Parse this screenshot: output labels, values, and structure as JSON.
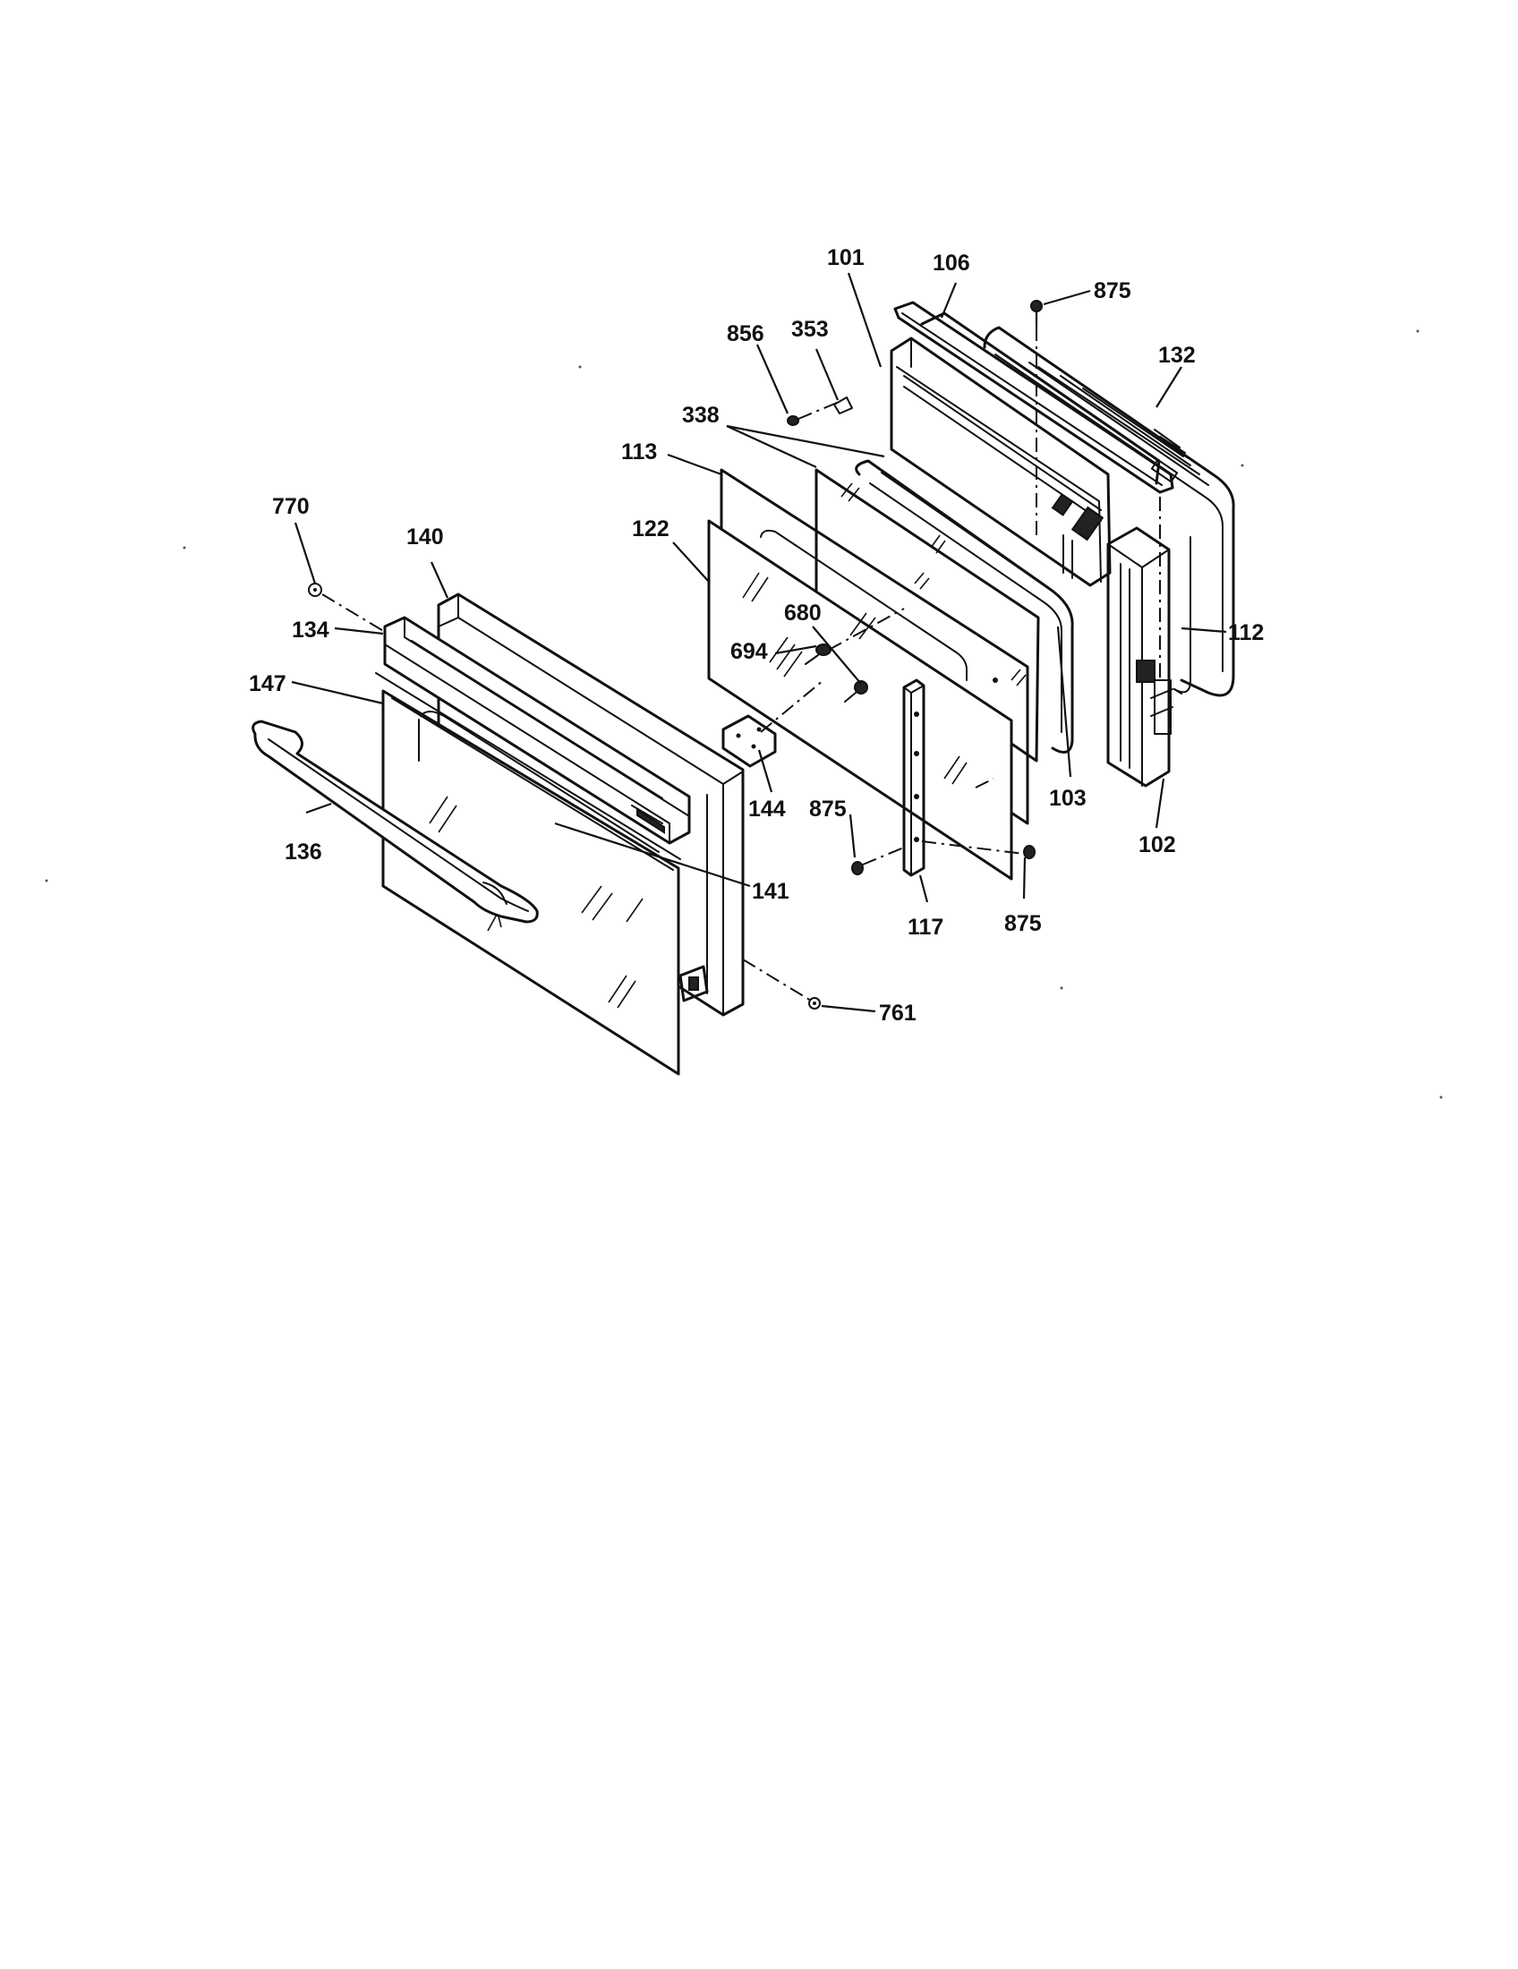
{
  "callouts": {
    "c101": "101",
    "c106": "106",
    "c875a": "875",
    "c856": "856",
    "c353": "353",
    "c132": "132",
    "c338": "338",
    "c113": "113",
    "c770": "770",
    "c140": "140",
    "c122": "122",
    "c680": "680",
    "c134": "134",
    "c694": "694",
    "c112": "112",
    "c147": "147",
    "c144": "144",
    "c875b": "875",
    "c103": "103",
    "c136": "136",
    "c102": "102",
    "c141": "141",
    "c117": "117",
    "c875c": "875",
    "c761": "761"
  }
}
